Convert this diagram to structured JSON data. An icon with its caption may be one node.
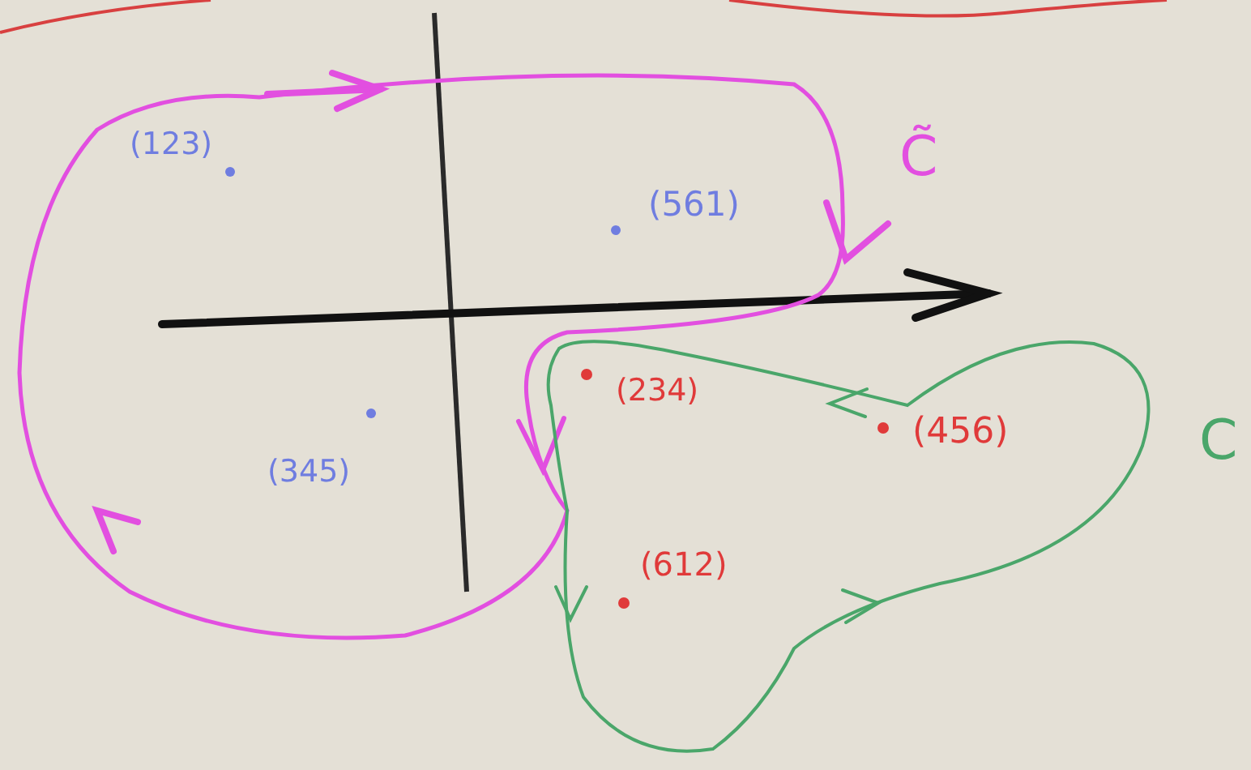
{
  "diagram": {
    "labels": [
      "(123)",
      "(561)",
      "C̃",
      "(234)",
      "(456)",
      "C",
      "(345)",
      "(612)"
    ]
  }
}
